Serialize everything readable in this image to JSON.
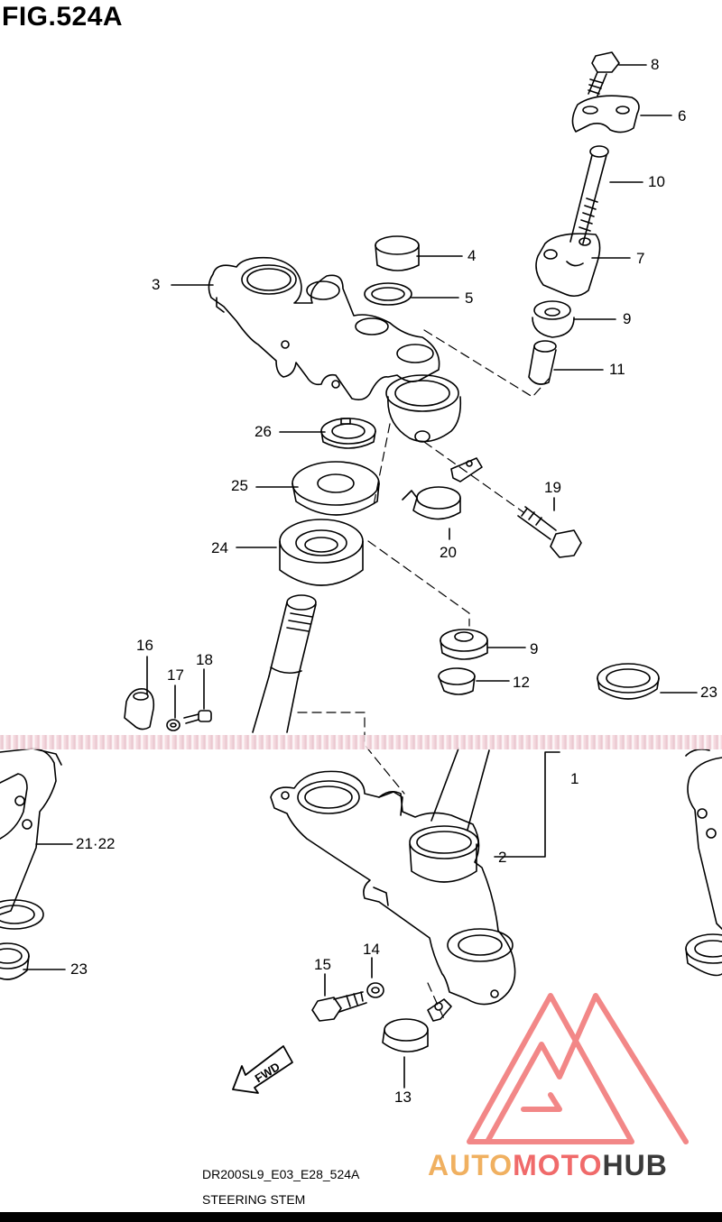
{
  "figure": {
    "title": "FIG.524A"
  },
  "callouts": [
    {
      "id": "c8",
      "text": "8"
    },
    {
      "id": "c6",
      "text": "6"
    },
    {
      "id": "c10",
      "text": "10"
    },
    {
      "id": "c4",
      "text": "4"
    },
    {
      "id": "c7",
      "text": "7"
    },
    {
      "id": "c3",
      "text": "3"
    },
    {
      "id": "c5",
      "text": "5"
    },
    {
      "id": "c9a",
      "text": "9"
    },
    {
      "id": "c11",
      "text": "11"
    },
    {
      "id": "c26",
      "text": "26"
    },
    {
      "id": "c19",
      "text": "19"
    },
    {
      "id": "c25",
      "text": "25"
    },
    {
      "id": "c20",
      "text": "20"
    },
    {
      "id": "c24",
      "text": "24"
    },
    {
      "id": "c16",
      "text": "16"
    },
    {
      "id": "c18",
      "text": "18"
    },
    {
      "id": "c17",
      "text": "17"
    },
    {
      "id": "c9b",
      "text": "9"
    },
    {
      "id": "c12",
      "text": "12"
    },
    {
      "id": "c23a",
      "text": "23"
    },
    {
      "id": "c1",
      "text": "1"
    },
    {
      "id": "c2122",
      "text": "21·22"
    },
    {
      "id": "c2",
      "text": "2"
    },
    {
      "id": "c23b",
      "text": "23"
    },
    {
      "id": "c14",
      "text": "14"
    },
    {
      "id": "c15",
      "text": "15"
    },
    {
      "id": "c13",
      "text": "13"
    }
  ],
  "direction_marker": {
    "text": "FWD"
  },
  "footer": {
    "code": "DR200SL9_E03_E28_524A",
    "name": "STEERING STEM"
  },
  "watermark": {
    "part1": "AUTO",
    "part2": "MOTO",
    "part3": "HUB",
    "colors": {
      "logo": "#f06a6a",
      "auto": "#f0b060",
      "hub": "#3a3a3a"
    }
  }
}
